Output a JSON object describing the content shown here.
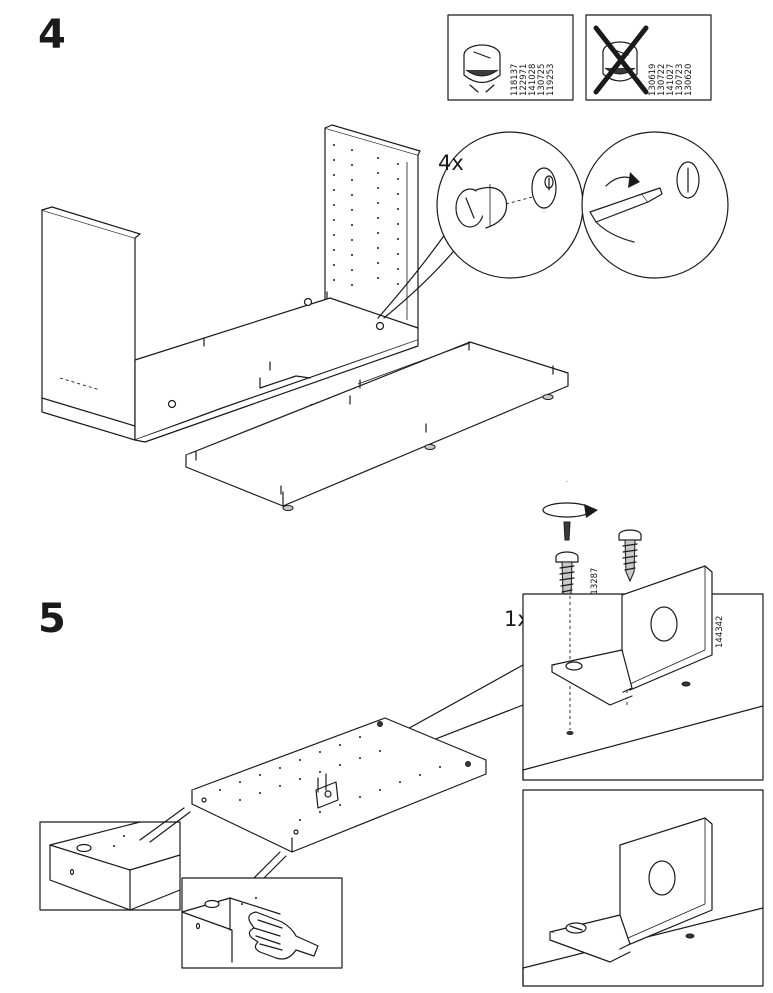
{
  "step4": {
    "number": "4",
    "count": "4x",
    "ok_part_numbers": [
      "118137",
      "122971",
      "141028",
      "130725",
      "119253"
    ],
    "not_part_numbers": [
      "130619",
      "130722",
      "141027",
      "130723",
      "130620"
    ]
  },
  "step5": {
    "number": "5",
    "count": "1x",
    "screw_part_number": "113287",
    "bracket_part_number": "144342"
  }
}
